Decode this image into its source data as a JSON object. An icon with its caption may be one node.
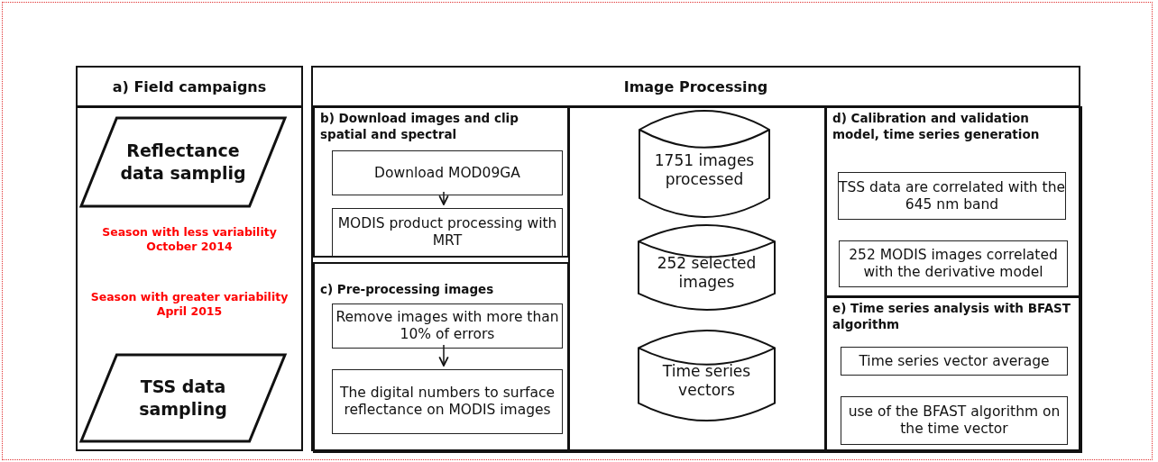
{
  "diagram": {
    "nodes": [
      {
        "text": [
          "a) Field campaigns"
        ]
      },
      {
        "text": [
          "Reflectance data samplig"
        ],
        "in": 0
      },
      {
        "text": [
          "TSS data sampling"
        ],
        "in": 0
      },
      {
        "text": [
          "Image Processing"
        ]
      },
      {
        "text": [
          "b) Download images and clip spatial and spectral"
        ],
        "in": 3
      },
      {
        "text": [
          "Download MOD09GA"
        ],
        "in": 4
      },
      {
        "text": [
          "MODIS product processing with MRT"
        ],
        "in": 4
      },
      {
        "text": [
          "c) Pre-processing images"
        ],
        "in": 3
      },
      {
        "text": [
          "Remove images with more than 10% of errors"
        ],
        "in": 7
      },
      {
        "text": [
          "The digital numbers to surface reflectance on MODIS images"
        ],
        "in": 7
      },
      {
        "text": [],
        "shape": "box",
        "in": 3
      },
      {
        "text": [
          "1751 images processed"
        ],
        "in": 10
      },
      {
        "text": [
          "252 selected images"
        ],
        "in": 10
      },
      {
        "text": [
          "Time series vectors"
        ],
        "in": 10
      },
      {
        "text": [
          "d) Calibration and validation model, time series generation"
        ],
        "in": 3
      },
      {
        "text": [
          "TSS data are correlated with the  645 nm band"
        ],
        "in": 14
      },
      {
        "text": [
          "252 MODIS images correlated with the derivative model"
        ],
        "in": 14
      },
      {
        "text": [
          "e) Time series analysis with BFAST algorithm"
        ],
        "in": 3
      },
      {
        "text": [
          "Time series vector average"
        ],
        "in": 17
      },
      {
        "text": [
          "use of the BFAST algorithm on the time vector"
        ],
        "in": 17
      }
    ],
    "edges": [
      {
        "from": 5,
        "to": 6,
        "arrow": "to"
      },
      {
        "from": 8,
        "to": 9,
        "arrow": "to"
      }
    ],
    "labels": [
      "Season with less variability October 2014",
      "Season with greater variability April 2015"
    ]
  }
}
